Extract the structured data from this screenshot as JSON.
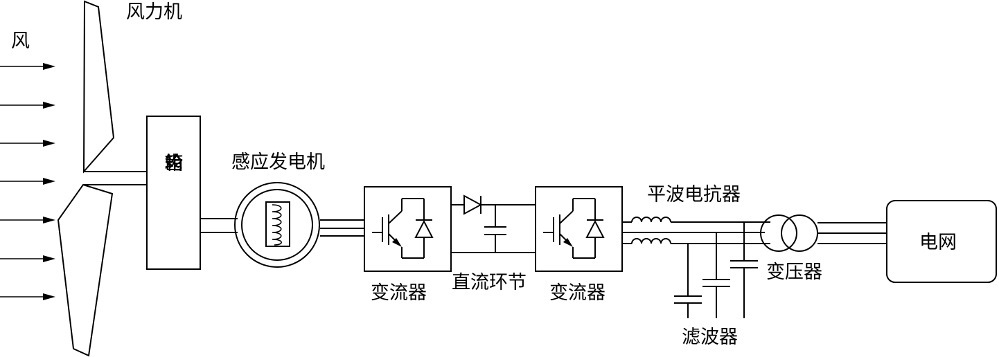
{
  "diagram": {
    "labels": {
      "wind": "风",
      "wind_turbine": "风力机",
      "gearbox_chars": [
        "齿",
        "轮",
        "箱"
      ],
      "generator": "感应发电机",
      "converter_1": "变流器",
      "dc_link": "直流环节",
      "converter_2": "变流器",
      "smoothing_reactor": "平波电抗器",
      "filter": "滤波器",
      "transformer": "变压器",
      "grid": "电网"
    },
    "wind_arrow_count": 7
  }
}
